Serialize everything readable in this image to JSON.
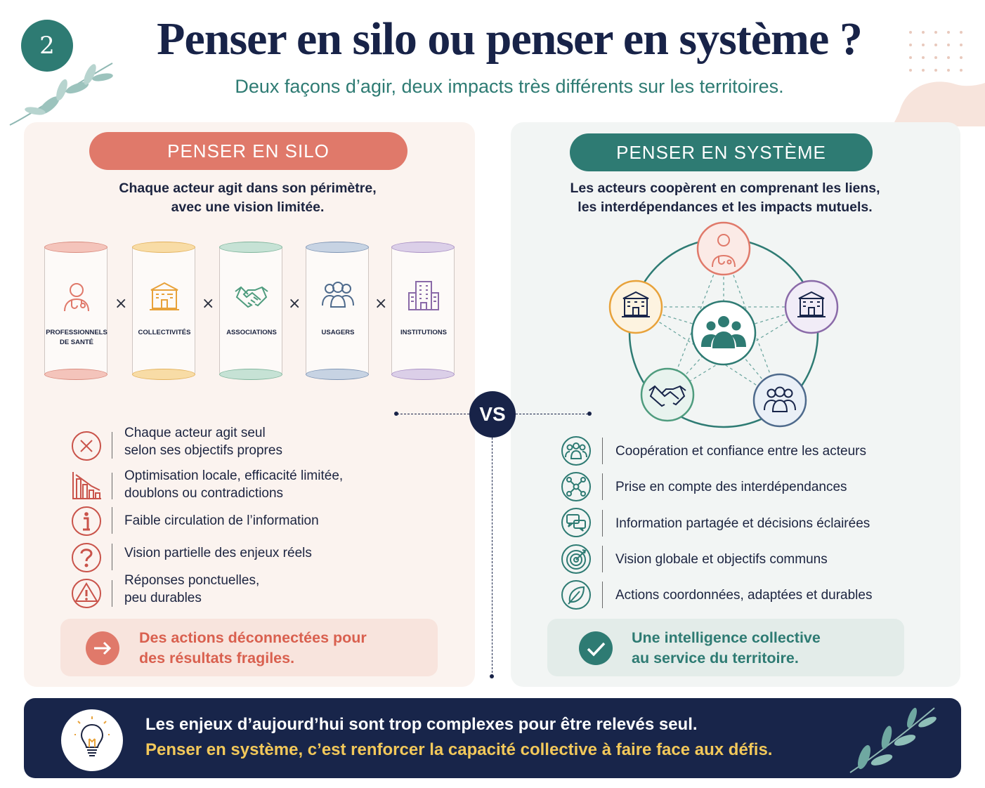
{
  "header": {
    "number": "2",
    "title": "Penser en silo ou penser en système ?",
    "subtitle": "Deux façons d’agir, deux impacts très différents sur les territoires."
  },
  "colors": {
    "navy": "#182348",
    "teal": "#2e7b73",
    "coral": "#e0796a",
    "gold": "#f2c85a"
  },
  "silo": {
    "heading": "PENSER EN SILO",
    "intro_line1": "Chaque acteur agit dans son périmètre,",
    "intro_line2": "avec une vision limitée.",
    "separator": "×",
    "cylinders": [
      {
        "label1": "PROFESSIONNELS",
        "label2": "DE SANTÉ",
        "icon": "doctor-icon",
        "color": "#e0796a"
      },
      {
        "label1": "COLLECTIVITÉS",
        "label2": "",
        "icon": "town-hall-icon",
        "color": "#e8a23a"
      },
      {
        "label1": "ASSOCIATIONS",
        "label2": "",
        "icon": "handshake-icon",
        "color": "#4f9c7e"
      },
      {
        "label1": "USAGERS",
        "label2": "",
        "icon": "users-icon",
        "color": "#4e6a8c"
      },
      {
        "label1": "INSTITUTIONS",
        "label2": "",
        "icon": "building-icon",
        "color": "#8a6aa8"
      }
    ],
    "items": [
      {
        "line1": "Chaque acteur agit seul",
        "line2": "selon ses objectifs propres",
        "icon": "x-circle-icon"
      },
      {
        "line1": "Optimisation locale, efficacité limitée,",
        "line2": "doublons ou contradictions",
        "icon": "declining-chart-icon"
      },
      {
        "line1": "Faible circulation de l’information",
        "line2": "",
        "icon": "info-icon"
      },
      {
        "line1": "Vision partielle des enjeux réels",
        "line2": "",
        "icon": "question-icon"
      },
      {
        "line1": "Réponses ponctuelles,",
        "line2": "peu durables",
        "icon": "warning-icon"
      }
    ],
    "conclusion_line1": "Des actions déconnectées pour",
    "conclusion_line2": "des résultats fragiles."
  },
  "vs": "VS",
  "system": {
    "heading": "PENSER EN SYSTÈME",
    "intro_line1": "Les acteurs coopèrent en comprenant les liens,",
    "intro_line2": "les interdépendances et les impacts mutuels.",
    "nodes": [
      {
        "icon": "doctor-icon",
        "color": "#e0796a"
      },
      {
        "icon": "building-icon",
        "color": "#8a6aa8"
      },
      {
        "icon": "users-icon",
        "color": "#4e6a8c"
      },
      {
        "icon": "handshake-icon",
        "color": "#4f9c7e"
      },
      {
        "icon": "town-hall-icon",
        "color": "#e8a23a"
      }
    ],
    "center_icon": "group-icon",
    "items": [
      {
        "text": "Coopération et confiance entre les acteurs",
        "icon": "group-circle-icon"
      },
      {
        "text": "Prise en compte des interdépendances",
        "icon": "network-icon"
      },
      {
        "text": "Information partagée et décisions éclairées",
        "icon": "chat-icon"
      },
      {
        "text": "Vision globale et objectifs communs",
        "icon": "target-icon"
      },
      {
        "text": "Actions coordonnées, adaptées et durables",
        "icon": "leaf-icon"
      }
    ],
    "conclusion_line1": "Une intelligence collective",
    "conclusion_line2": "au service du territoire."
  },
  "footer": {
    "line1": "Les enjeux d’aujourd’hui sont trop complexes pour être relevés seul.",
    "line2": "Penser en système, c’est renforcer la capacité collective à faire face aux défis.",
    "icon": "lightbulb-icon"
  }
}
